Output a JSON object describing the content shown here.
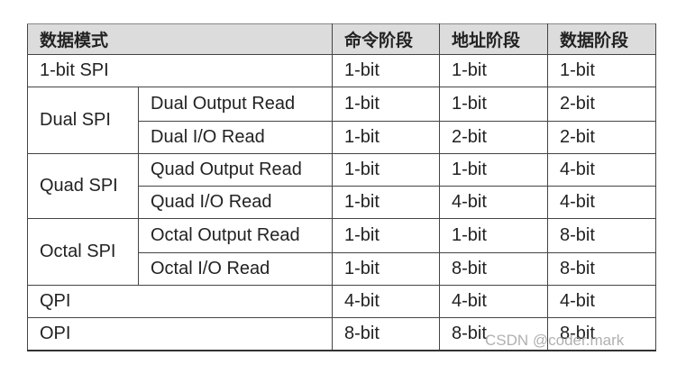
{
  "table": {
    "headers": {
      "mode": "数据模式",
      "command": "命令阶段",
      "address": "地址阶段",
      "data": "数据阶段"
    },
    "rows": [
      {
        "mode": "1-bit SPI",
        "command": "1-bit",
        "address": "1-bit",
        "data": "1-bit"
      },
      {
        "group": "Dual SPI",
        "sub": "Dual Output Read",
        "command": "1-bit",
        "address": "1-bit",
        "data": "2-bit"
      },
      {
        "group": "Dual SPI",
        "sub": "Dual I/O Read",
        "command": "1-bit",
        "address": "2-bit",
        "data": "2-bit"
      },
      {
        "group": "Quad SPI",
        "sub": "Quad Output Read",
        "command": "1-bit",
        "address": "1-bit",
        "data": "4-bit"
      },
      {
        "group": "Quad SPI",
        "sub": "Quad I/O Read",
        "command": "1-bit",
        "address": "4-bit",
        "data": "4-bit"
      },
      {
        "group": "Octal SPI",
        "sub": "Octal Output Read",
        "command": "1-bit",
        "address": "1-bit",
        "data": "8-bit"
      },
      {
        "group": "Octal SPI",
        "sub": "Octal I/O Read",
        "command": "1-bit",
        "address": "8-bit",
        "data": "8-bit"
      },
      {
        "mode": "QPI",
        "command": "4-bit",
        "address": "4-bit",
        "data": "4-bit"
      },
      {
        "mode": "OPI",
        "command": "8-bit",
        "address": "8-bit",
        "data": "8-bit"
      }
    ]
  },
  "watermark": "CSDN @coder.mark"
}
